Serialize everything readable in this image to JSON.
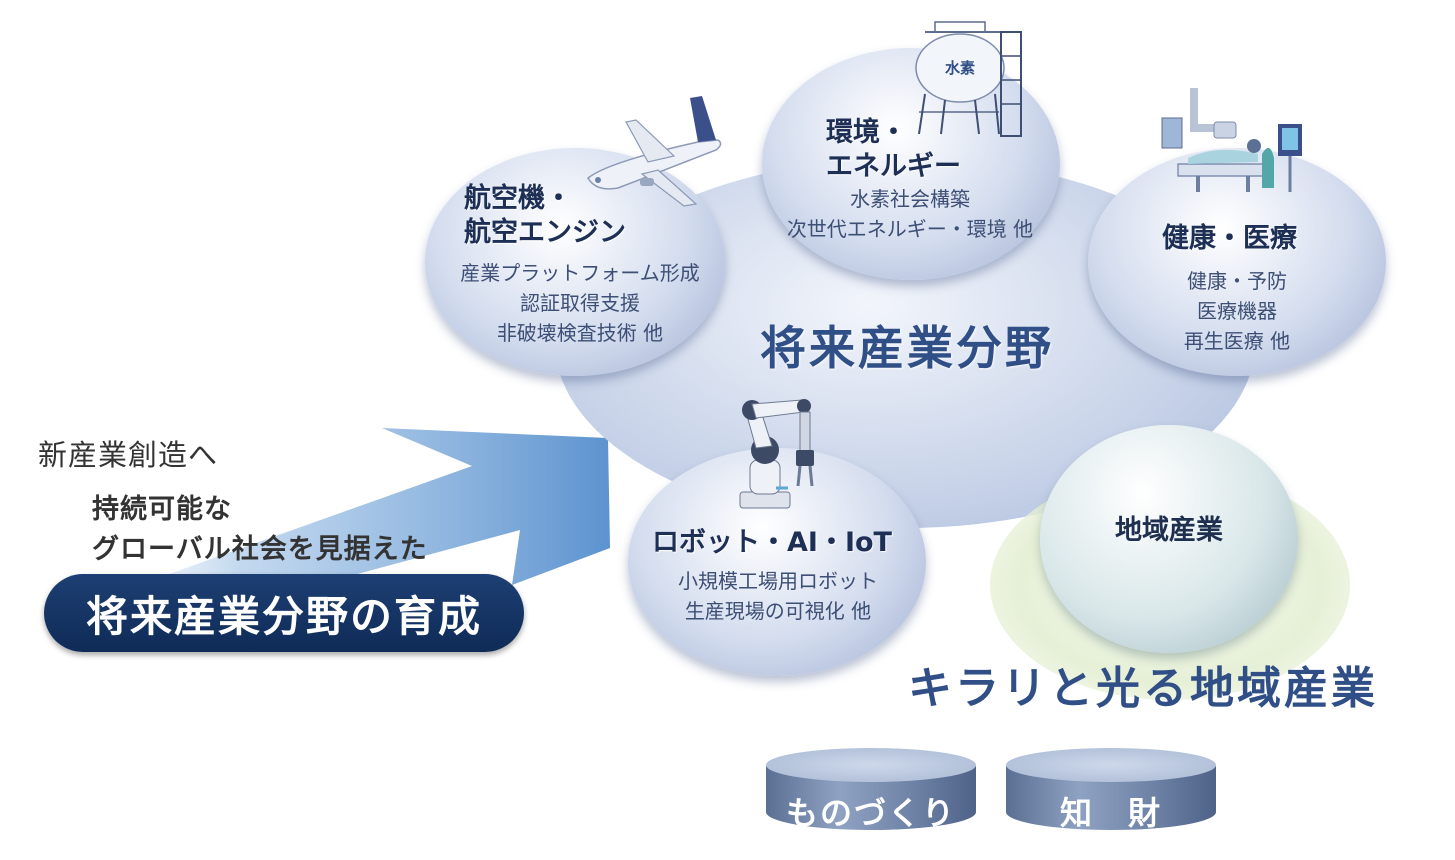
{
  "left": {
    "line1": "新産業創造へ",
    "line2": "持続可能な",
    "line3": "グローバル社会を見据えた",
    "banner": "将来産業分野の育成"
  },
  "center_title": "将来産業分野",
  "circles": [
    {
      "title1": "航空機・",
      "title2": "航空エンジン",
      "items": [
        "産業プラットフォーム形成",
        "認証取得支援",
        "非破壊検査技術 他"
      ]
    },
    {
      "title1": "環境・",
      "title2": "エネルギー",
      "items": [
        "水素社会構築",
        "次世代エネルギー・環境 他"
      ],
      "tank_label": "水素"
    },
    {
      "title1": "健康・医療",
      "items": [
        "健康・予防",
        "医療機器",
        "再生医療 他"
      ]
    },
    {
      "title1": "ロボット・AI・IoT",
      "items": [
        "小規模工場用ロボット",
        "生産現場の可視化 他"
      ]
    }
  ],
  "region": {
    "circle_label": "地域産業",
    "title": "キラリと光る地域産業"
  },
  "cylinders": [
    "ものづくり",
    "知　財"
  ],
  "colors": {
    "navy": "#0f2b57",
    "title_blue": "#2f4f86",
    "arrow_blue": "#6fa3d8"
  }
}
